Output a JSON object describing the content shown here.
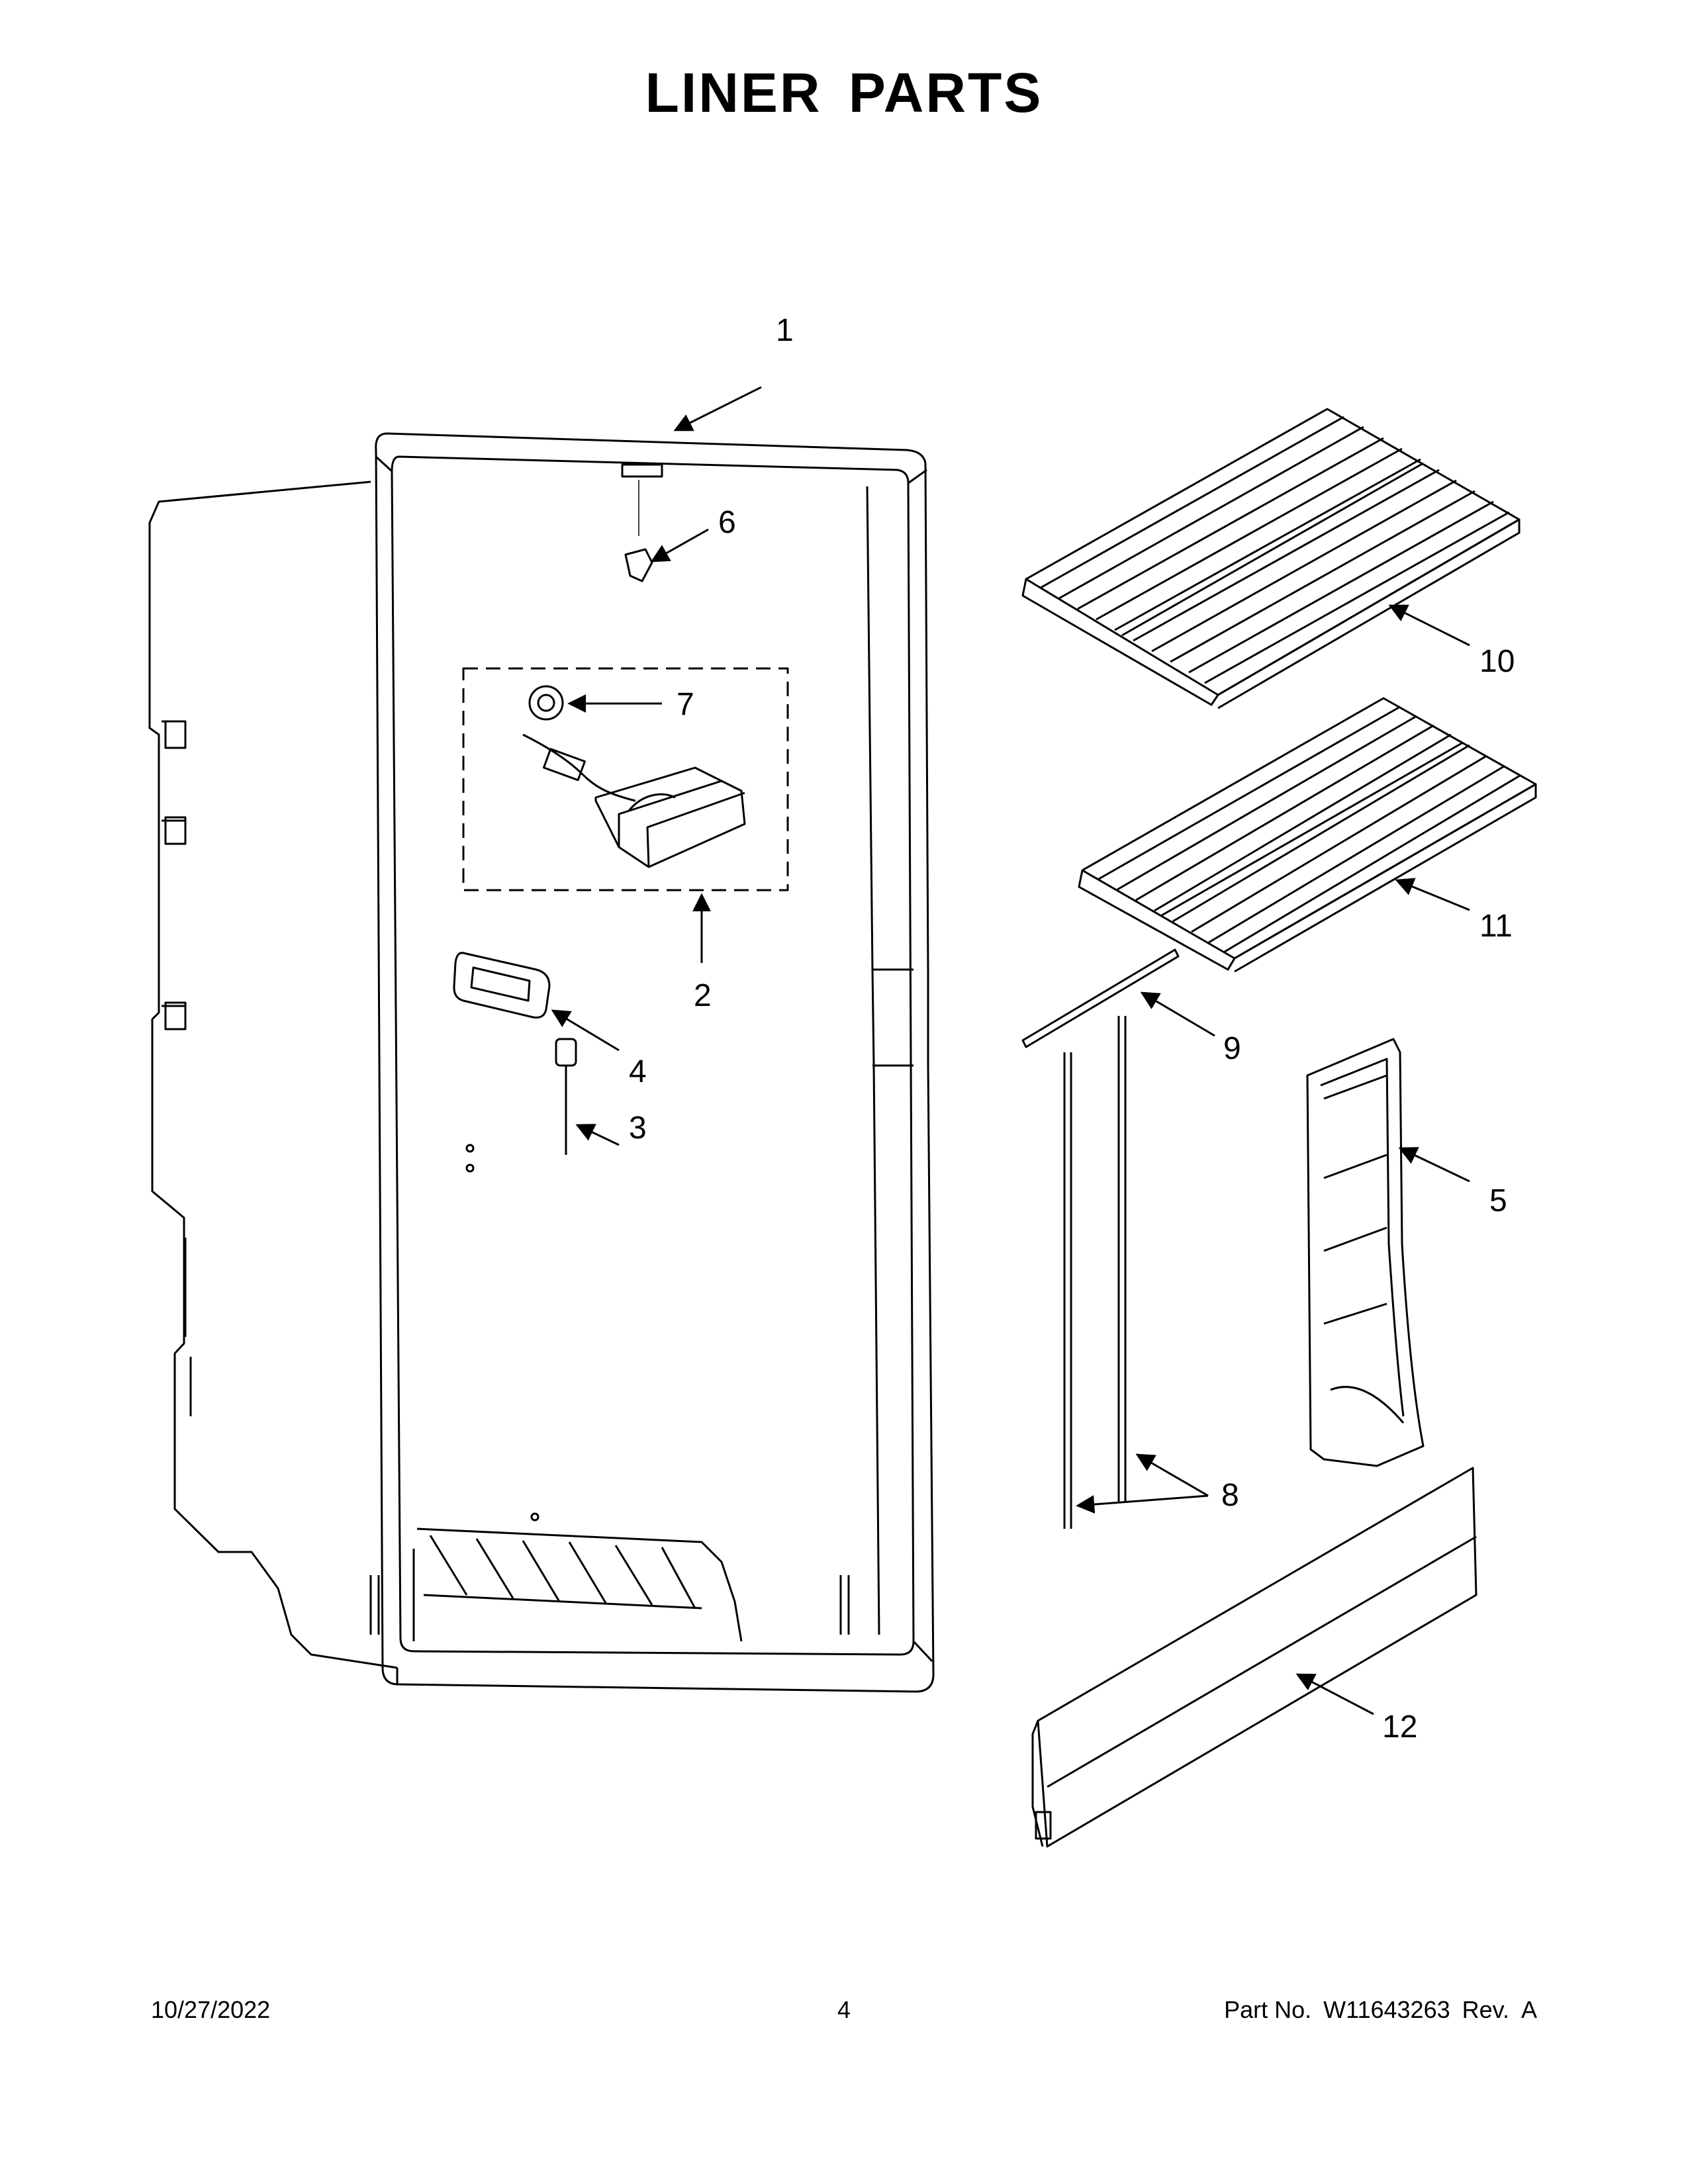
{
  "title": "LINER PARTS",
  "callouts": {
    "c1": "1",
    "c2": "2",
    "c3": "3",
    "c4": "4",
    "c5": "5",
    "c6": "6",
    "c7": "7",
    "c8": "8",
    "c9": "9",
    "c10": "10",
    "c11": "11",
    "c12": "12"
  },
  "footer": {
    "date": "10/27/2022",
    "page": "4",
    "part_label": "Part No.",
    "part_no": "W11643263",
    "rev_label": "Rev.",
    "rev": "A"
  }
}
